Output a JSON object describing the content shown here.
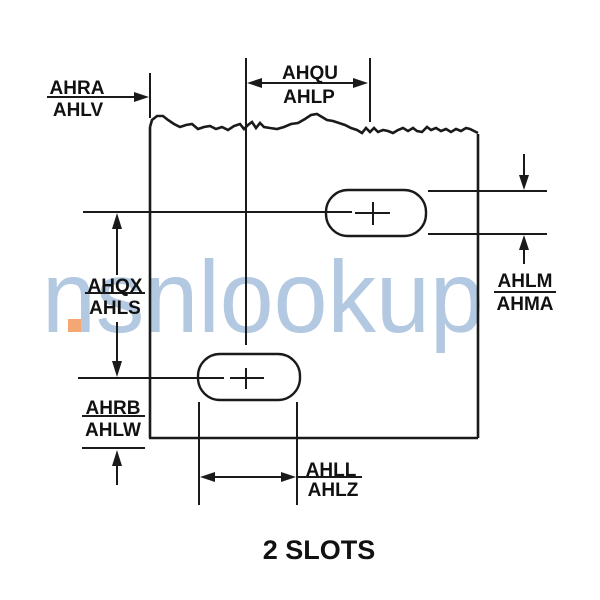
{
  "caption": "2 SLOTS",
  "watermark": {
    "text": "nsnlookup",
    "color": "#b3c8e1",
    "accent_color": "#f4a772",
    "accent_shape": "orange-square"
  },
  "colors": {
    "background": "#ffffff",
    "line": "#1a1a1a",
    "label_text": "#111111"
  },
  "dimensions": {
    "ahra_ahlv": {
      "top": "AHRA",
      "bottom": "AHLV"
    },
    "ahqu_ahlp": {
      "top": "AHQU",
      "bottom": "AHLP"
    },
    "ahqx_ahls": {
      "top": "AHQX",
      "bottom": "AHLS"
    },
    "ahrb_ahlw": {
      "top": "AHRB",
      "bottom": "AHLW"
    },
    "ahlm_ahma": {
      "top": "AHLM",
      "bottom": "AHMA"
    },
    "ahll_ahlz": {
      "top": "AHLL",
      "bottom": "AHLZ"
    }
  },
  "figure": {
    "type": "engineering-dimension-diagram",
    "slot_count": 2
  }
}
